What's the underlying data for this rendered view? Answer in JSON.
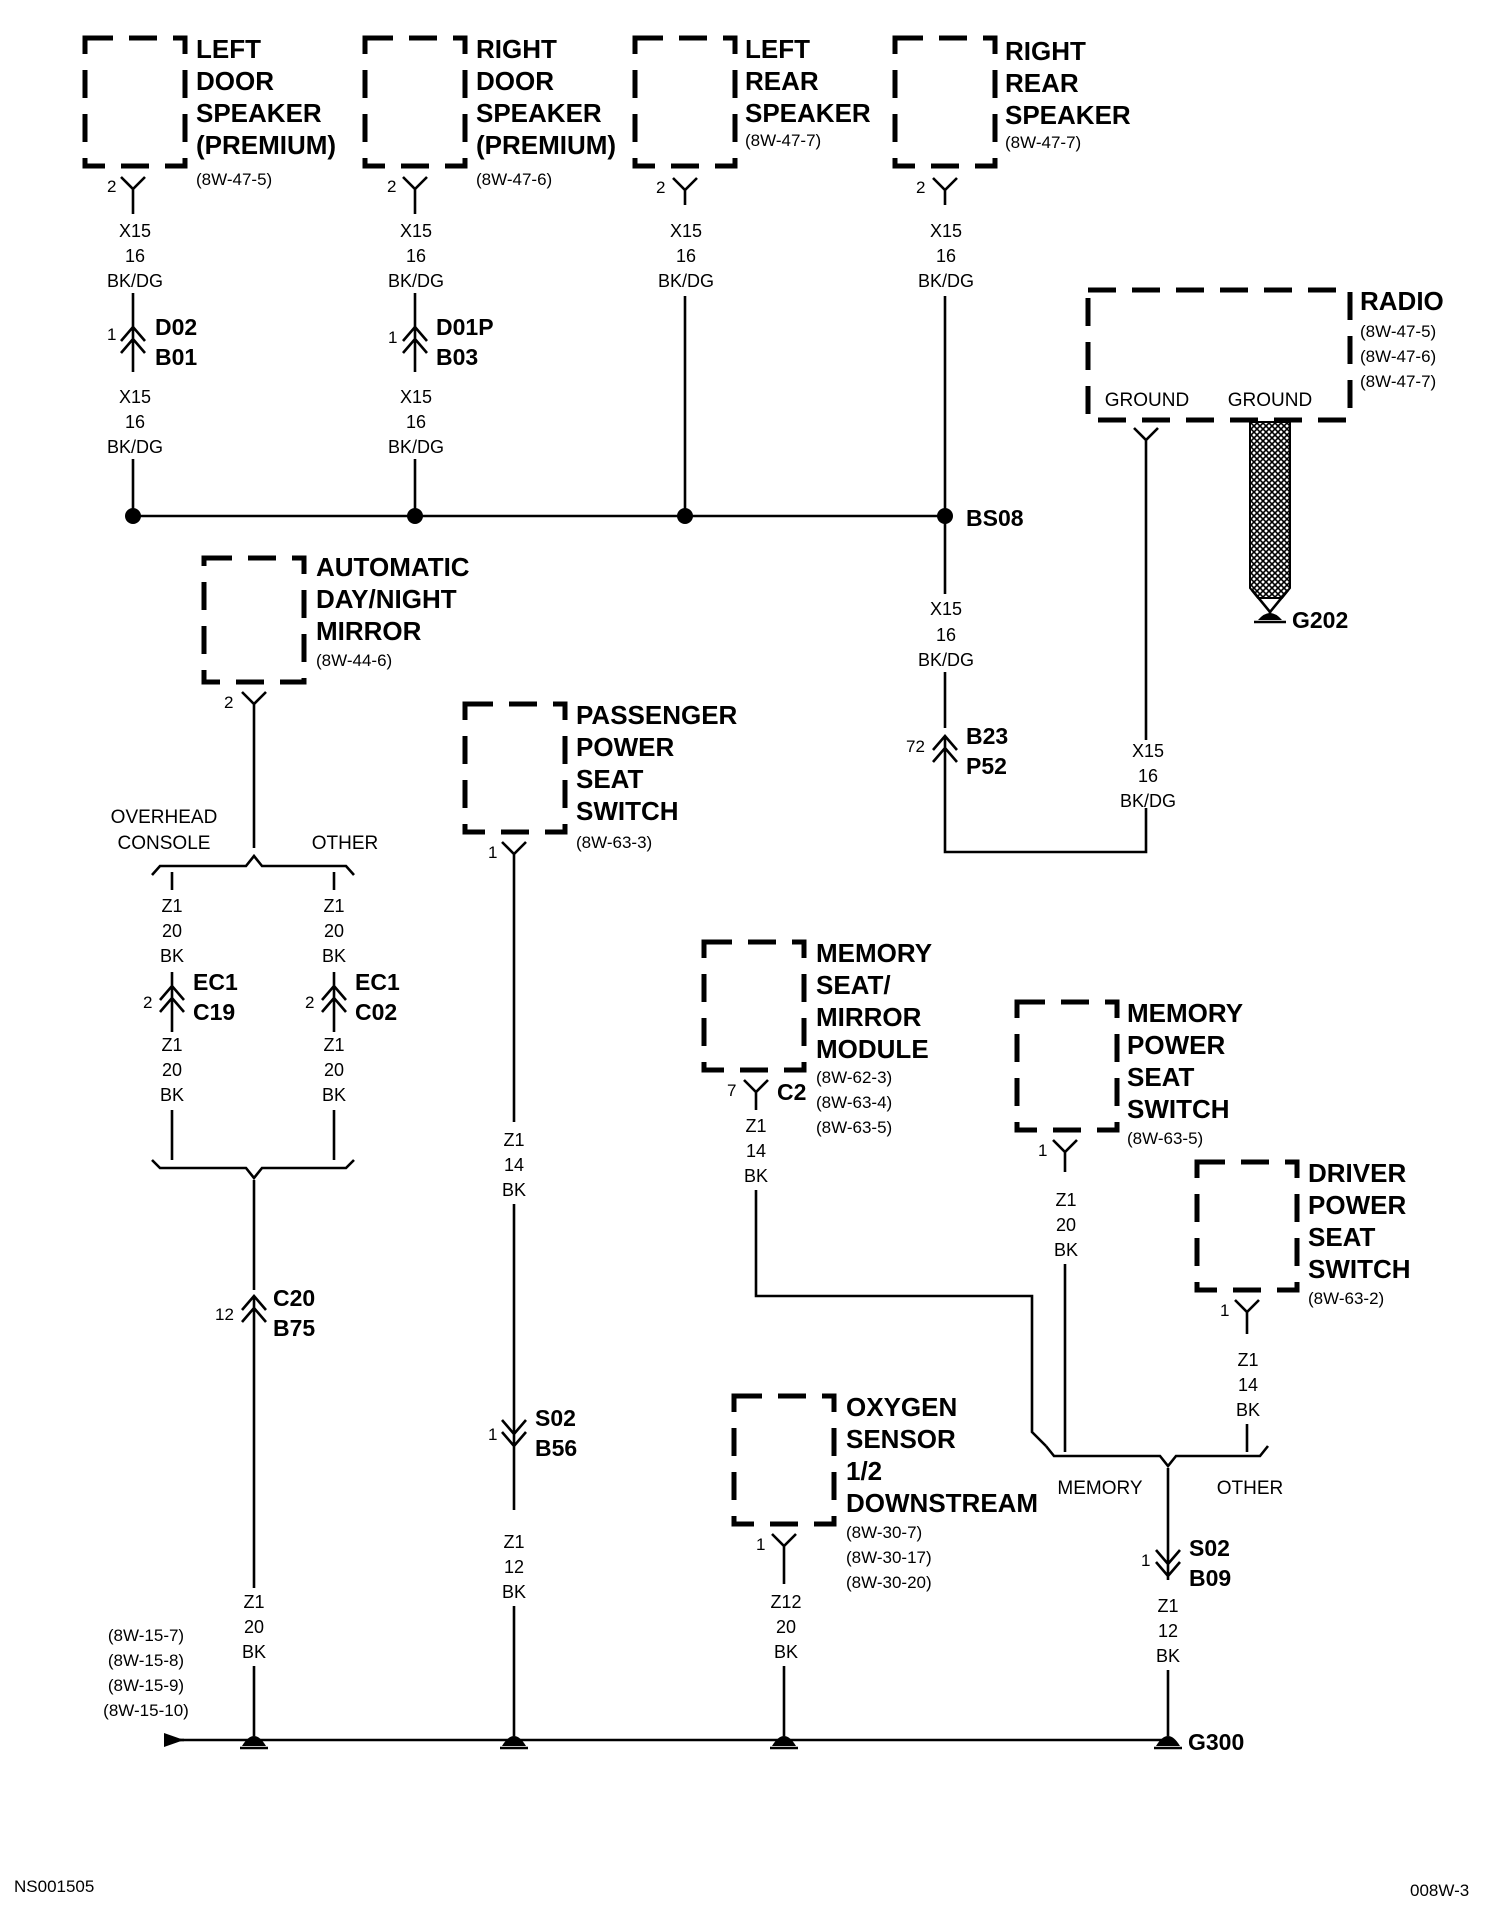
{
  "components": {
    "left_door_speaker": {
      "lines": [
        "LEFT",
        "DOOR",
        "SPEAKER",
        "(PREMIUM)"
      ],
      "refs": [
        "(8W-47-5)"
      ],
      "pin": "2"
    },
    "right_door_speaker": {
      "lines": [
        "RIGHT",
        "DOOR",
        "SPEAKER",
        "(PREMIUM)"
      ],
      "refs": [
        "(8W-47-6)"
      ],
      "pin": "2"
    },
    "left_rear_speaker": {
      "lines": [
        "LEFT",
        "REAR",
        "SPEAKER"
      ],
      "refs": [
        "(8W-47-7)"
      ],
      "pin": "2"
    },
    "right_rear_speaker": {
      "lines": [
        "RIGHT",
        "REAR",
        "SPEAKER"
      ],
      "refs": [
        "(8W-47-7)"
      ],
      "pin": "2"
    },
    "radio": {
      "lines": [
        "RADIO"
      ],
      "refs": [
        "(8W-47-5)",
        "(8W-47-6)",
        "(8W-47-7)"
      ],
      "pin1": "GROUND",
      "pin2": "GROUND"
    },
    "auto_mirror": {
      "lines": [
        "AUTOMATIC",
        "DAY/NIGHT",
        "MIRROR"
      ],
      "refs": [
        "(8W-44-6)"
      ],
      "pin": "2"
    },
    "passenger_seat_switch": {
      "lines": [
        "PASSENGER",
        "POWER",
        "SEAT",
        "SWITCH"
      ],
      "refs": [
        "(8W-63-3)"
      ],
      "pin": "1"
    },
    "memory_module": {
      "lines": [
        "MEMORY",
        "SEAT/",
        "MIRROR",
        "MODULE"
      ],
      "refs": [
        "(8W-62-3)",
        "(8W-63-4)",
        "(8W-63-5)"
      ],
      "pin": "7",
      "connector": "C2"
    },
    "memory_seat_switch": {
      "lines": [
        "MEMORY",
        "POWER",
        "SEAT",
        "SWITCH"
      ],
      "refs": [
        "(8W-63-5)"
      ],
      "pin": "1"
    },
    "driver_seat_switch": {
      "lines": [
        "DRIVER",
        "POWER",
        "SEAT",
        "SWITCH"
      ],
      "refs": [
        "(8W-63-2)"
      ],
      "pin": "1"
    },
    "oxygen_sensor": {
      "lines": [
        "OXYGEN",
        "SENSOR",
        "1/2",
        "DOWNSTREAM"
      ],
      "refs": [
        "(8W-30-7)",
        "(8W-30-17)",
        "(8W-30-20)"
      ],
      "pin": "1"
    }
  },
  "wires": {
    "x15_16_bkdg": [
      "X15",
      "16",
      "BK/DG"
    ],
    "z1_20_bk": [
      "Z1",
      "20",
      "BK"
    ],
    "z1_14_bk": [
      "Z1",
      "14",
      "BK"
    ],
    "z1_12_bk": [
      "Z1",
      "12",
      "BK"
    ],
    "z12_20_bk": [
      "Z12",
      "20",
      "BK"
    ]
  },
  "connectors": {
    "d02": {
      "pin": "1",
      "top": "D02",
      "bottom": "B01"
    },
    "d01p": {
      "pin": "1",
      "top": "D01P",
      "bottom": "B03"
    },
    "b23": {
      "pin": "72",
      "top": "B23",
      "bottom": "P52"
    },
    "ec1_a": {
      "pin": "2",
      "top": "EC1",
      "bottom": "C19"
    },
    "ec1_b": {
      "pin": "2",
      "top": "EC1",
      "bottom": "C02"
    },
    "c20": {
      "pin": "12",
      "top": "C20",
      "bottom": "B75"
    },
    "s02_a": {
      "pin": "1",
      "top": "S02",
      "bottom": "B56"
    },
    "s02_b": {
      "pin": "1",
      "top": "S02",
      "bottom": "B09"
    }
  },
  "splices": {
    "bs08": "BS08"
  },
  "grounds": {
    "g202": "G202",
    "g300": "G300"
  },
  "branches": {
    "mirror_left": "OVERHEAD",
    "mirror_left2": "CONSOLE",
    "mirror_right": "OTHER",
    "memory_left": "MEMORY",
    "memory_right": "OTHER"
  },
  "ground_refs": [
    "(8W-15-7)",
    "(8W-15-8)",
    "(8W-15-9)",
    "(8W-15-10)"
  ],
  "footer": {
    "left": "NS001505",
    "right": "008W-3"
  }
}
